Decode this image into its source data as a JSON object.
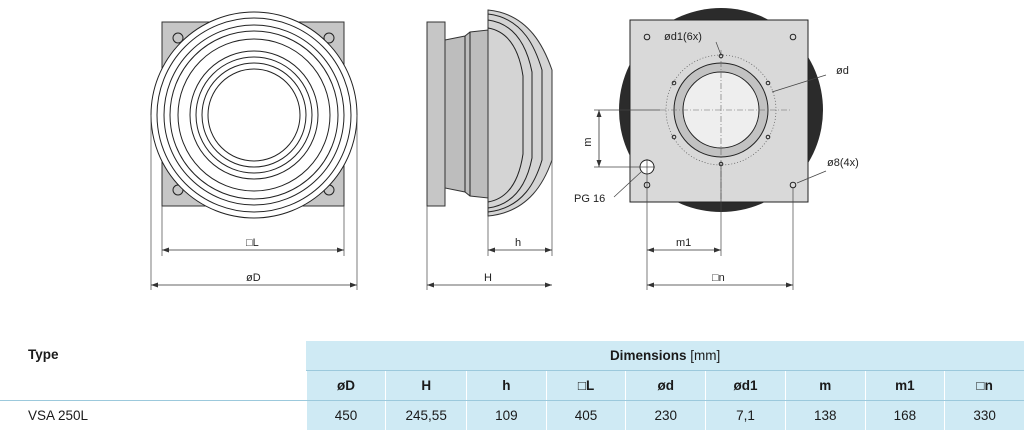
{
  "drawing": {
    "labels": {
      "sq_L": "□L",
      "dia_D": "øD",
      "h": "h",
      "H": "H",
      "dia_d1": "ød1(6x)",
      "dia_d": "ød",
      "m": "m",
      "dia_8": "ø8(4x)",
      "pg16": "PG 16",
      "m1": "m1",
      "sq_n": "□n"
    }
  },
  "table": {
    "type_header": "Type",
    "dimensions_header": "Dimensions",
    "dimensions_unit": "[mm]",
    "columns": [
      "øD",
      "H",
      "h",
      "□L",
      "ød",
      "ød1",
      "m",
      "m1",
      "□n"
    ],
    "rows": [
      {
        "type": "VSA 250L",
        "values": [
          "450",
          "245,55",
          "109",
          "405",
          "230",
          "7,1",
          "138",
          "168",
          "330"
        ]
      }
    ]
  }
}
